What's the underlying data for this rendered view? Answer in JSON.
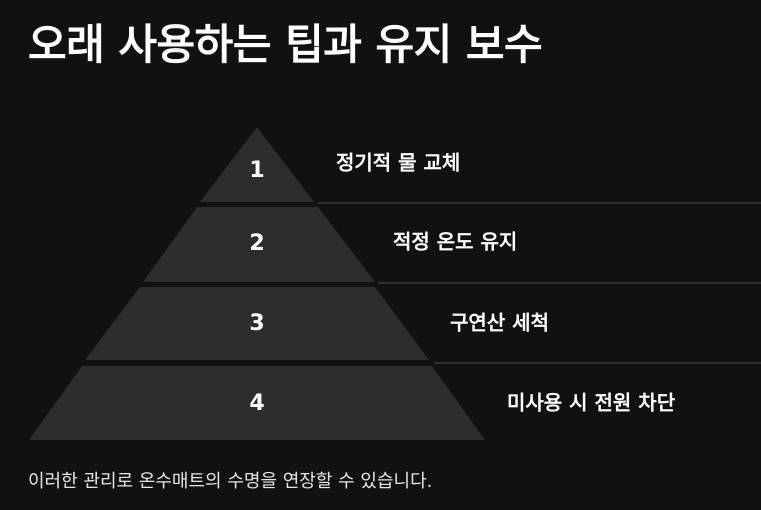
{
  "title": "오래 사용하는 팁과 유지 보수",
  "levels": [
    {
      "number": "1",
      "label": "정기적 물 교체"
    },
    {
      "number": "2",
      "label": "적정 온도 유지"
    },
    {
      "number": "3",
      "label": "구연산 세척"
    },
    {
      "number": "4",
      "label": "미사용 시 전원 차단"
    }
  ],
  "caption": "이러한 관리로 온수매트의 수명을 연장할 수 있습니다.",
  "colors": {
    "background": "#111112",
    "tier": "#2d2d2f",
    "divider": "#3a3a3c",
    "text": "#ffffff"
  }
}
